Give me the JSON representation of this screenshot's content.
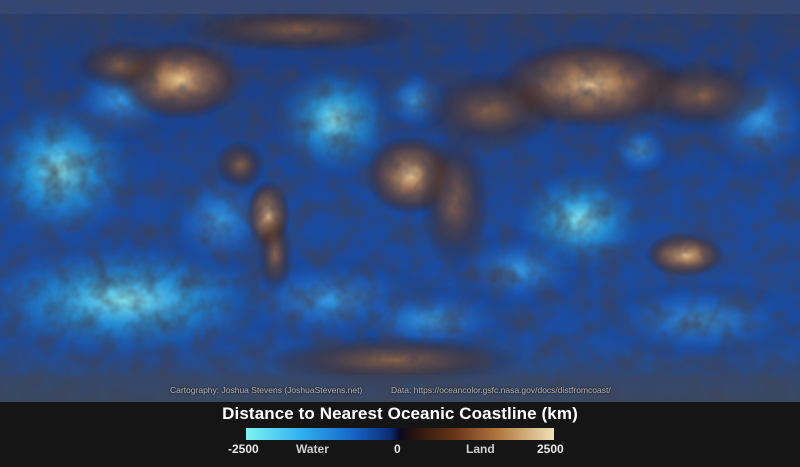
{
  "map": {
    "title": "Distance to Nearest Oceanic Coastline (km)",
    "credits": {
      "cartography": "Cartography: Joshua Stevens (JoshuaStevens.net)",
      "data": "Data: https://oceancolor.gsfc.nasa.gov/docs/distfromcoast/"
    },
    "legend": {
      "min_label": "-2500",
      "water_label": "Water",
      "zero_label": "0",
      "land_label": "Land",
      "max_label": "2500",
      "colors": {
        "far_ocean": "#7ff4f4",
        "ocean": "#1764c6",
        "coast": "#0a0a1e",
        "land": "#6a3618",
        "far_land": "#f0e1b4"
      }
    }
  }
}
